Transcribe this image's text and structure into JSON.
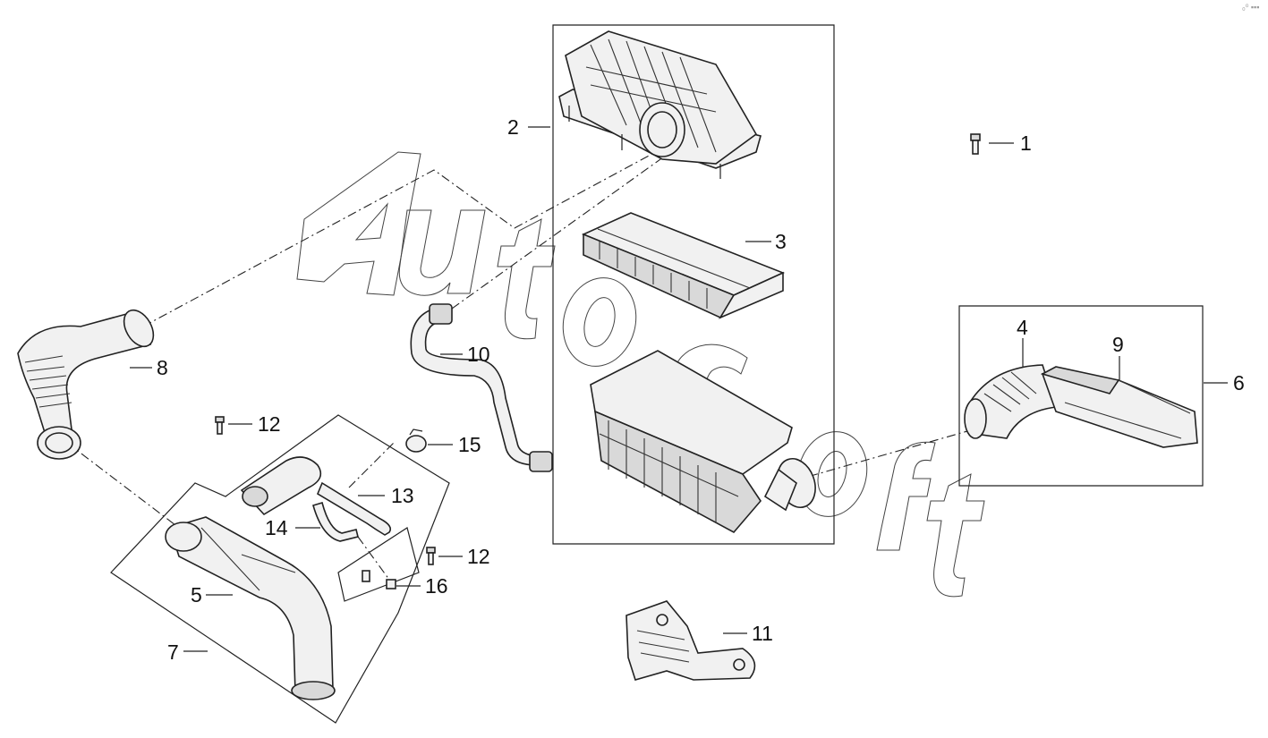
{
  "diagram": {
    "watermark": "AutoSoft",
    "corner_mark": "₀⁰ ▪▪▪",
    "callouts": {
      "c1": "1",
      "c2": "2",
      "c3": "3",
      "c4": "4",
      "c5": "5",
      "c6": "6",
      "c7": "7",
      "c8": "8",
      "c9": "9",
      "c10": "10",
      "c11": "11",
      "c12a": "12",
      "c12b": "12",
      "c13": "13",
      "c14": "14",
      "c15": "15",
      "c16": "16"
    }
  }
}
